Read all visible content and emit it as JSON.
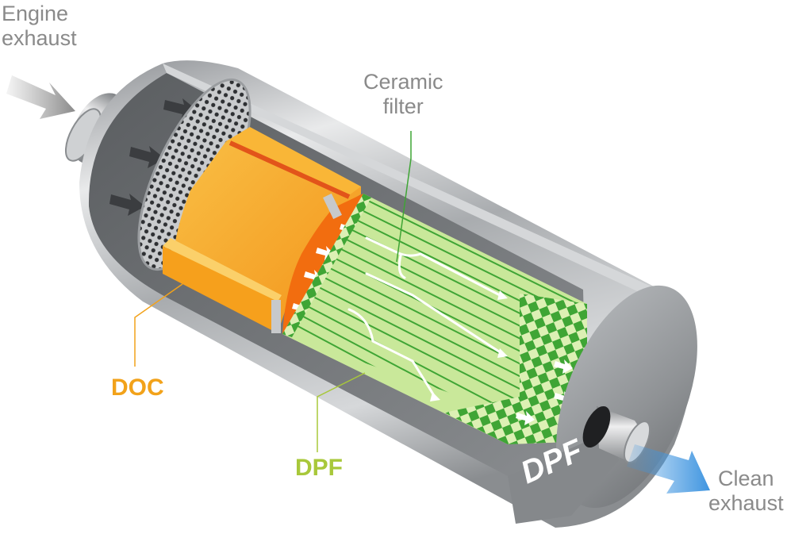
{
  "labels": {
    "engine_exhaust_line1": "Engine",
    "engine_exhaust_line2": "exhaust",
    "ceramic_filter_line1": "Ceramic",
    "ceramic_filter_line2": "filter",
    "doc": "DOC",
    "dpf": "DPF",
    "endcap_dpf": "DPF",
    "clean_exhaust_line1": "Clean",
    "clean_exhaust_line2": "exhaust"
  },
  "colors": {
    "doc_orange": "#f7a520",
    "doc_face": "#f26d0f",
    "filter_green": "#3fa535",
    "filter_light": "#dcf0b4",
    "steel": "#b9bcbf",
    "clean_flow_blue": "#3f95e0",
    "label_gray": "#8a8a8a",
    "doc_label": "#f2a21a",
    "dpf_label": "#a8c83a"
  },
  "icons": [
    "inlet-arrow-icon",
    "outlet-arrow-icon",
    "flow-arrow-icon"
  ]
}
